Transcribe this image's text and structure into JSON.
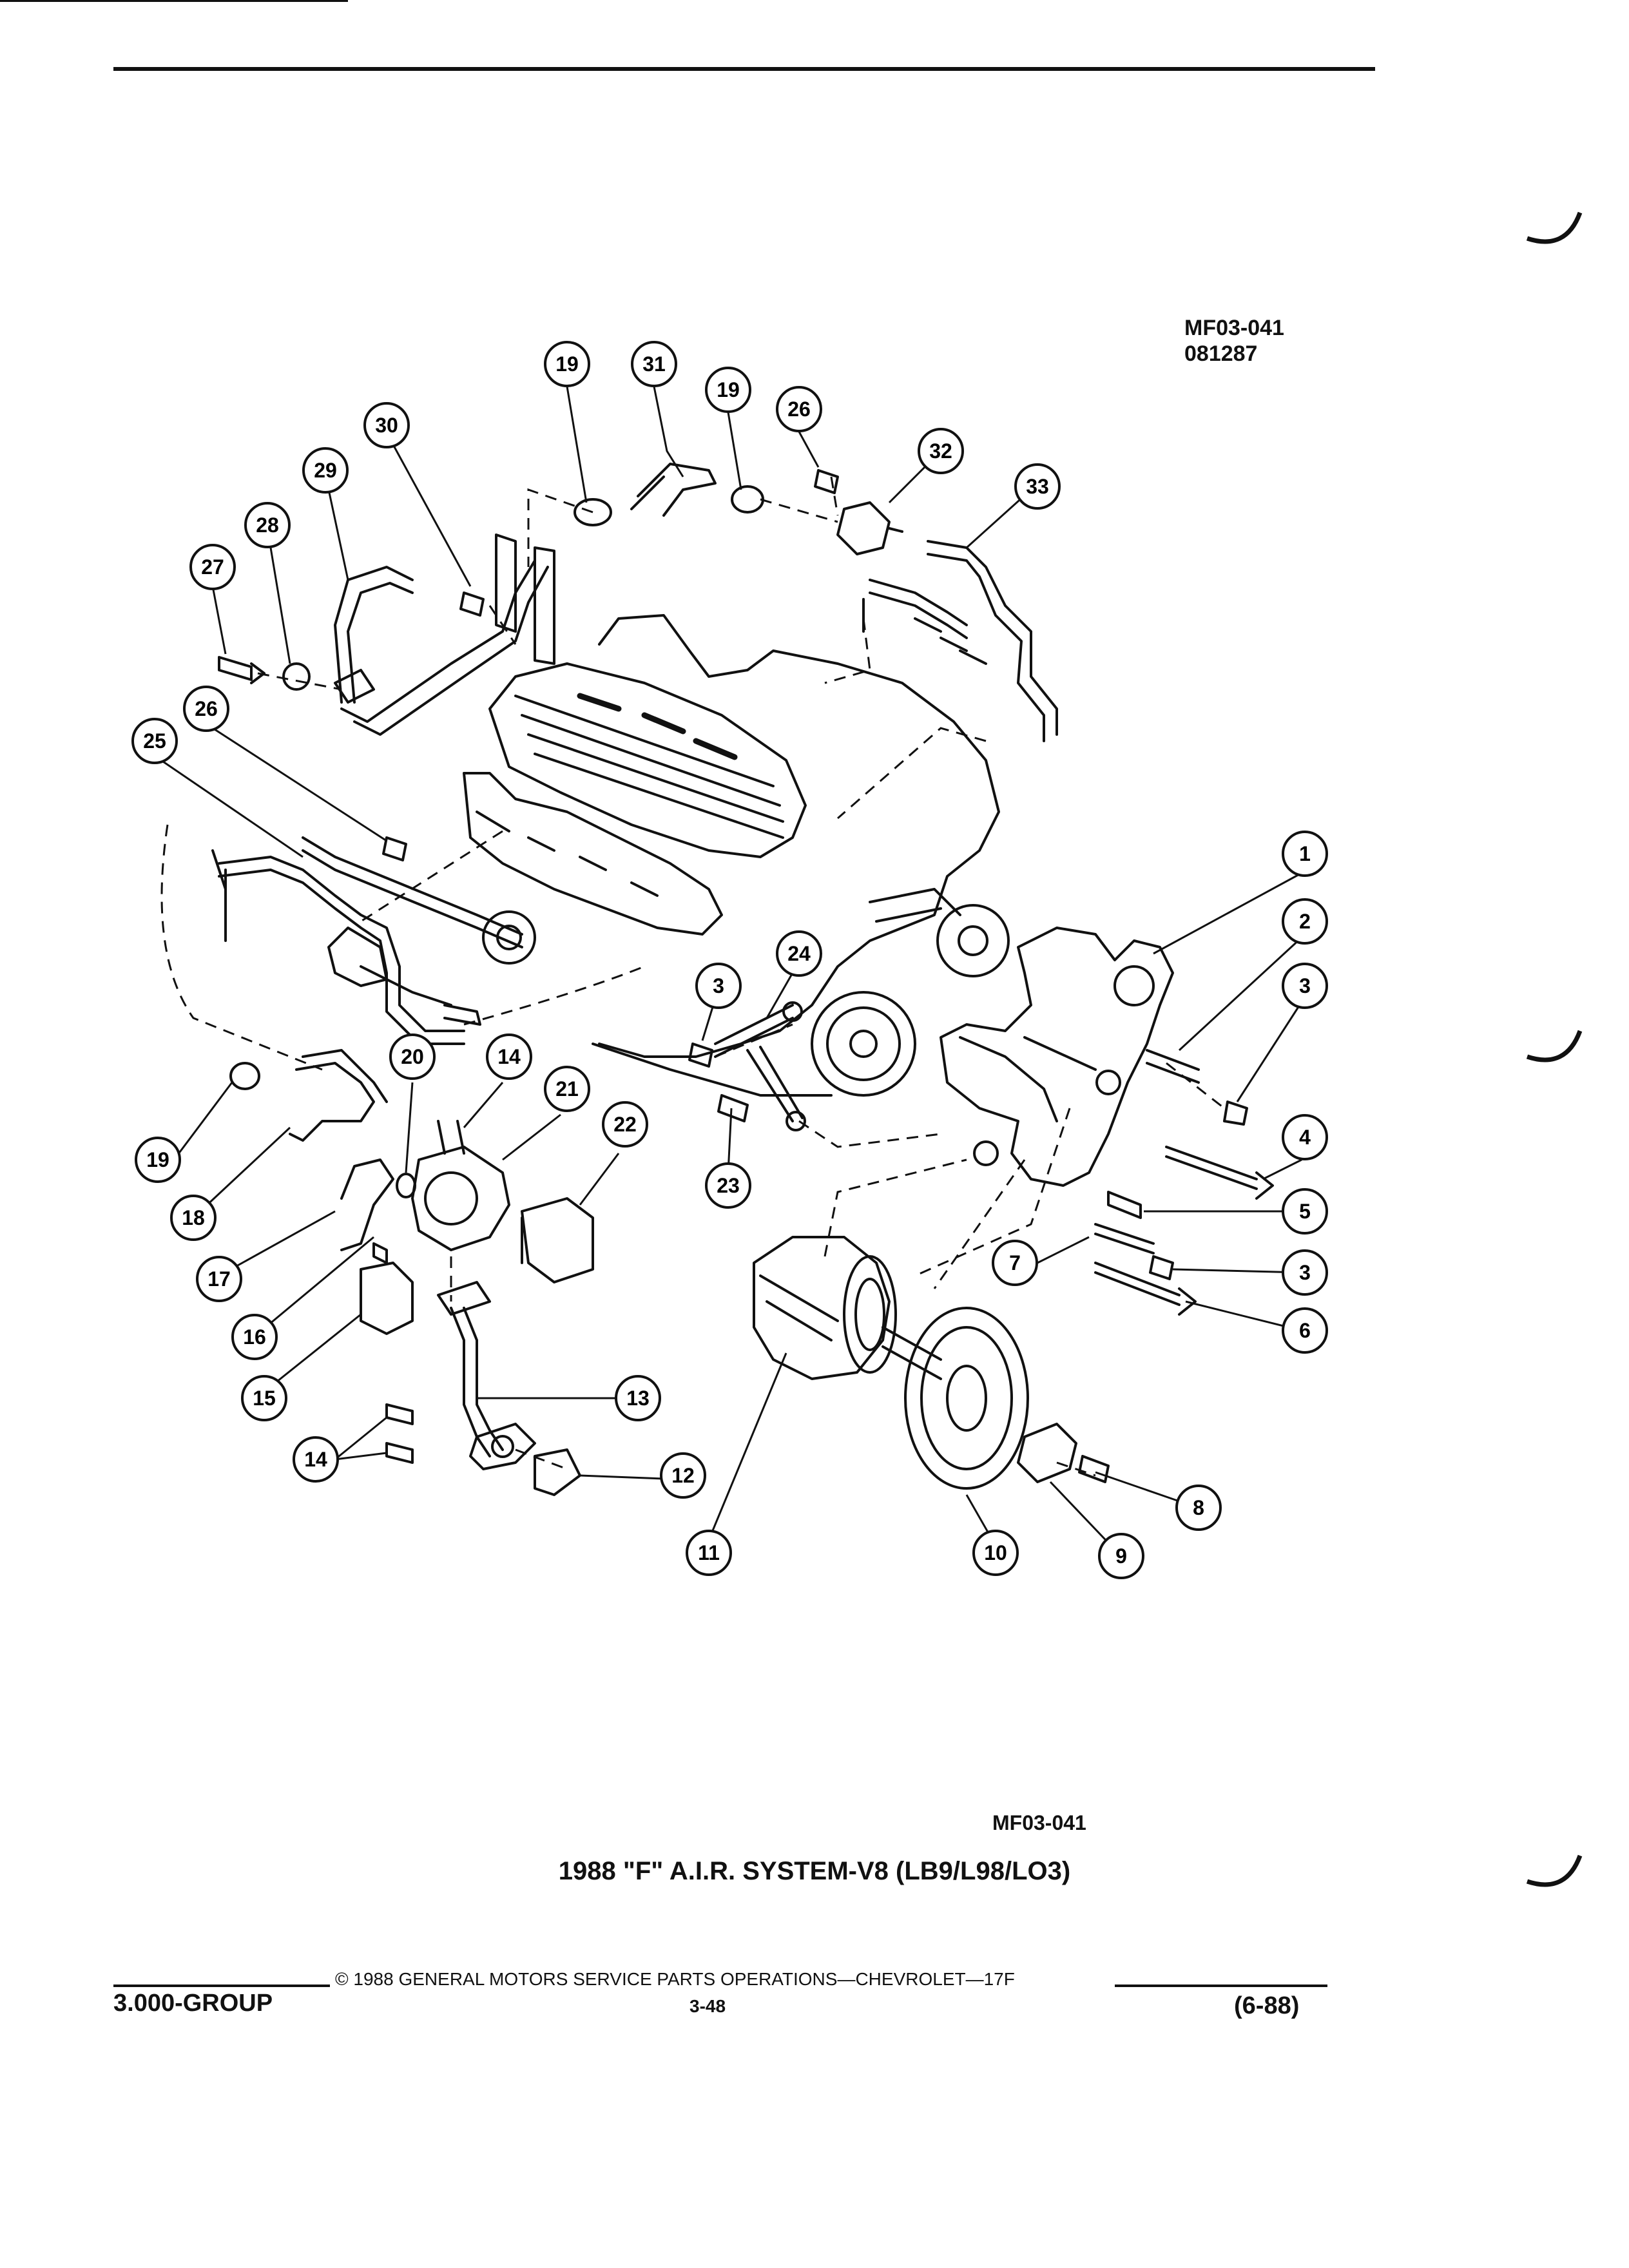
{
  "header": {
    "drawing_code": "MF03-041",
    "drawing_date": "081287",
    "bottom_code": "MF03-041"
  },
  "caption": "1988 \"F\" A.I.R. SYSTEM-V8 (LB9/L98/LO3)",
  "footer": {
    "group": "3.000-GROUP",
    "copyright": "© 1988 GENERAL MOTORS SERVICE PARTS OPERATIONS—CHEVROLET—17F",
    "page": "3-48",
    "revision": "(6-88)"
  },
  "callouts": [
    {
      "label": "19"
    },
    {
      "label": "31"
    },
    {
      "label": "19"
    },
    {
      "label": "26"
    },
    {
      "label": "32"
    },
    {
      "label": "33"
    },
    {
      "label": "30"
    },
    {
      "label": "29"
    },
    {
      "label": "28"
    },
    {
      "label": "27"
    },
    {
      "label": "26"
    },
    {
      "label": "25"
    },
    {
      "label": "1"
    },
    {
      "label": "2"
    },
    {
      "label": "3"
    },
    {
      "label": "24"
    },
    {
      "label": "3"
    },
    {
      "label": "20"
    },
    {
      "label": "14"
    },
    {
      "label": "21"
    },
    {
      "label": "22"
    },
    {
      "label": "23"
    },
    {
      "label": "4"
    },
    {
      "label": "5"
    },
    {
      "label": "19"
    },
    {
      "label": "18"
    },
    {
      "label": "17"
    },
    {
      "label": "7"
    },
    {
      "label": "3"
    },
    {
      "label": "16"
    },
    {
      "label": "6"
    },
    {
      "label": "15"
    },
    {
      "label": "13"
    },
    {
      "label": "14"
    },
    {
      "label": "12"
    },
    {
      "label": "8"
    },
    {
      "label": "11"
    },
    {
      "label": "10"
    },
    {
      "label": "9"
    }
  ]
}
